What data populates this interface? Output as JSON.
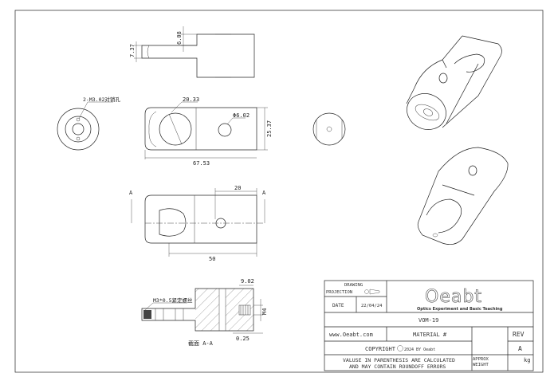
{
  "drawing": {
    "dims": {
      "d_6_08": "6.08",
      "d_7_37": "7.37",
      "d_20_33": "20.33",
      "d_phi_6_02": "Φ6.02",
      "d_25_37": "25.37",
      "d_67_53": "67.53",
      "d_20": "20",
      "d_50": "50",
      "d_9_02": "9.02",
      "d_0_25": "0.25",
      "d_m4": "M4"
    },
    "labels": {
      "pin_hole": "2-M3.02对销孔",
      "set_screw": "M3*0.5紧定螺丝",
      "section_title": "截面 A-A",
      "section_mark_left": "A",
      "section_mark_right": "A"
    }
  },
  "title_block": {
    "drawing_label": "DRAWING",
    "projection_label": "PROJECTION",
    "date_label": "DATE",
    "date_value": "22/04/24",
    "logo_text": "Oeabt",
    "logo_tagline": "Optics Experiment and Basic Teaching",
    "part_number": "VOM-19",
    "website": "www.Oeabt.com",
    "material_label": "MATERIAL #",
    "rev_label": "REV",
    "rev_value": "A",
    "copyright": "COPYRIGHT",
    "copyright_tail": "2024 BY Oeabt",
    "note_line1": "VALUSE IN PARENTHESIS ARE CALCULATED",
    "note_line2": "AND MAY CONTAIN ROUNDOFF ERRORS",
    "approx_label1": "APPROX",
    "approx_label2": "WEIGHT",
    "weight_unit": "kg"
  }
}
